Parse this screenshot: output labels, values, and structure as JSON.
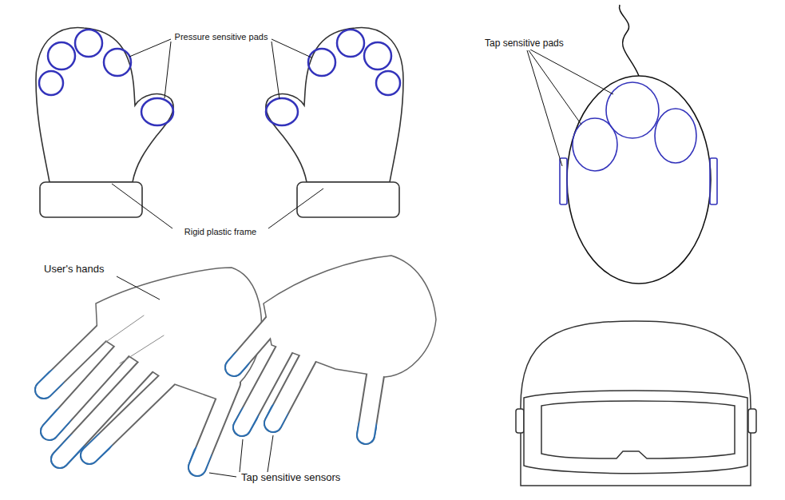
{
  "diagram": {
    "labels": [
      "Pressure sensitive pads",
      "Rigid plastic frame",
      "Tap sensitive pads",
      "User's hands",
      "Tap sensitive sensors"
    ]
  }
}
